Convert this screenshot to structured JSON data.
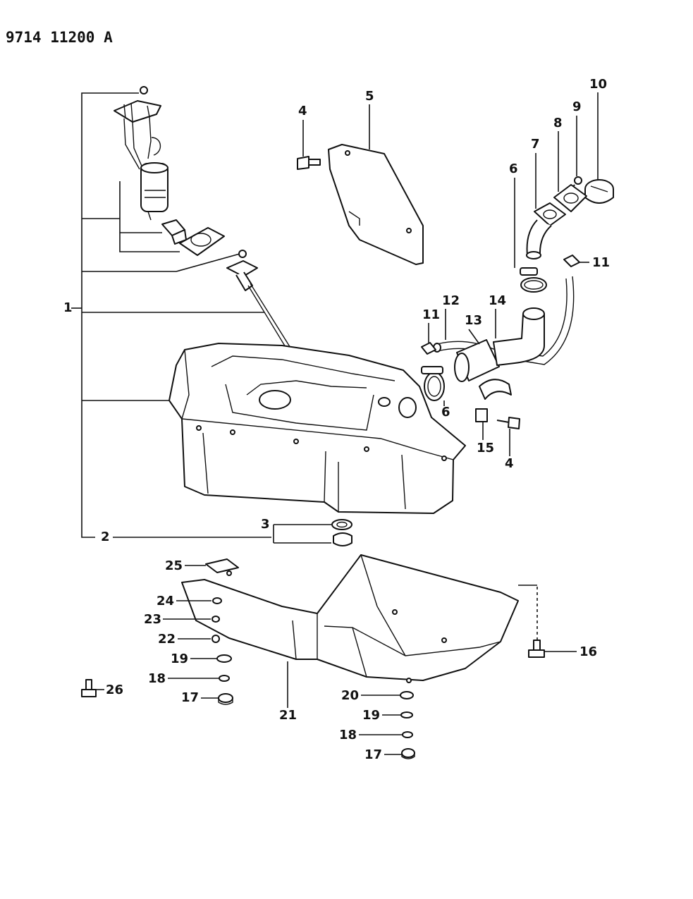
{
  "document_id": "9714 11200 A",
  "callouts": {
    "c1": "1",
    "c2": "2",
    "c3": "3",
    "c4a": "4",
    "c4b": "4",
    "c5": "5",
    "c6a": "6",
    "c6b": "6",
    "c7": "7",
    "c8": "8",
    "c9": "9",
    "c10": "10",
    "c11a": "11",
    "c11b": "11",
    "c12": "12",
    "c13": "13",
    "c14": "14",
    "c15": "15",
    "c16": "16",
    "c17a": "17",
    "c17b": "17",
    "c18a": "18",
    "c18b": "18",
    "c19a": "19",
    "c19b": "19",
    "c20": "20",
    "c21": "21",
    "c22": "22",
    "c23": "23",
    "c24": "24",
    "c25": "25",
    "c26": "26"
  },
  "colors": {
    "line": "#111111",
    "background": "#ffffff",
    "shade": "#e9e9e9"
  }
}
